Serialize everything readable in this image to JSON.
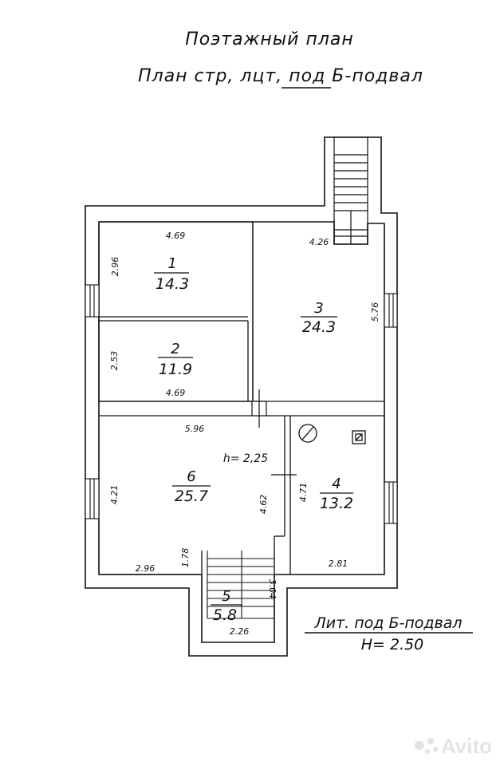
{
  "title": {
    "line1": "Поэтажный план",
    "line2": "План стр, лцт, под Б-подвал"
  },
  "rooms": [
    {
      "id": "1",
      "number": "1",
      "area": "14.3",
      "dims": [
        "4.69",
        "2.96"
      ]
    },
    {
      "id": "2",
      "number": "2",
      "area": "11.9",
      "dims": [
        "4.69",
        "2.53"
      ]
    },
    {
      "id": "3",
      "number": "3",
      "area": "24.3",
      "dims": [
        "4.26",
        "5.76"
      ]
    },
    {
      "id": "4",
      "number": "4",
      "area": "13.2",
      "dims": [
        "4.71",
        "2.81"
      ]
    },
    {
      "id": "5",
      "number": "5",
      "area": "5.8",
      "dims": [
        "2.26",
        "3.04"
      ]
    },
    {
      "id": "6",
      "number": "6",
      "area": "25.7",
      "dims": [
        "5.96",
        "4.21",
        "4.62",
        "2.96",
        "1.78"
      ]
    }
  ],
  "ceiling_height_label": "h= 2,25",
  "legend": {
    "line1": "Лит. под Б-подвал",
    "line2": "H= 2.50"
  },
  "watermark": {
    "text": "Avito",
    "icon": "avito-logo-icon"
  }
}
